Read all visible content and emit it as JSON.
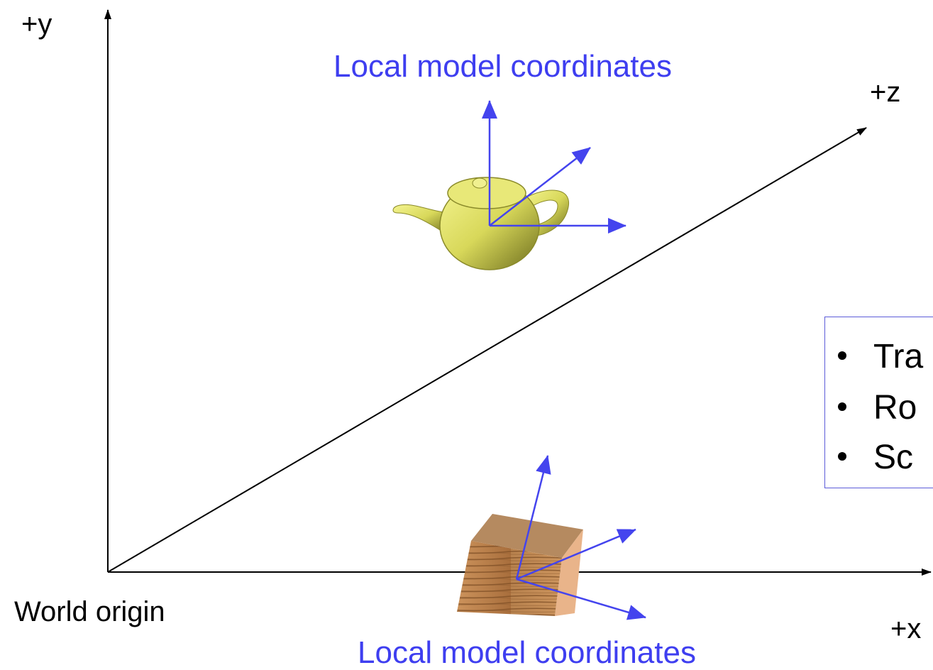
{
  "labels": {
    "y_axis": "+y",
    "z_axis": "+z",
    "x_axis": "+x",
    "origin": "World origin",
    "teapot_frame": "Local model coordinates",
    "cube_frame": "Local model coordinates"
  },
  "legend": {
    "items": [
      "Tra",
      "Ro",
      "Sc"
    ]
  },
  "colors": {
    "axis": "#000000",
    "local_frame": "#4444ee",
    "teapot": "#d8d85a",
    "cube_wood": "#c98a55",
    "legend_border": "#5b5bd9"
  },
  "icons": {
    "teapot": "teapot-object",
    "cube": "wooden-cube-object"
  }
}
